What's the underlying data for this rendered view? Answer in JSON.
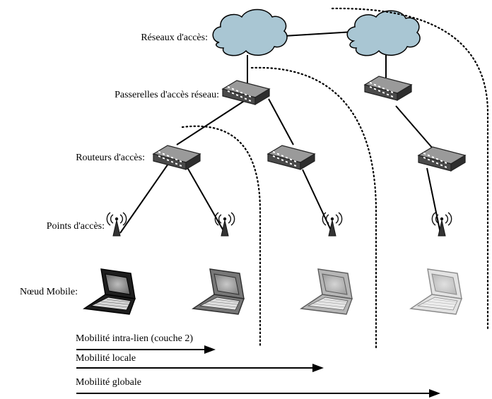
{
  "labels": {
    "access_networks": "Réseaux d'accès:",
    "gateways": "Passerelles d'accès réseau:",
    "access_routers": "Routeurs d'accès:",
    "access_points": "Points d'accès:",
    "mobile_node": "Nœud Mobile:"
  },
  "mobility": {
    "intra_link": "Mobilité intra-lien (couche 2)",
    "local": "Mobilité locale",
    "global": "Mobilité globale"
  },
  "colors": {
    "cloud": "#a9c6d3",
    "device": "#555555",
    "laptop_shades": [
      "#1e1e1e",
      "#5a5a5a",
      "#8e8e8e",
      "#c4c4c4"
    ]
  }
}
